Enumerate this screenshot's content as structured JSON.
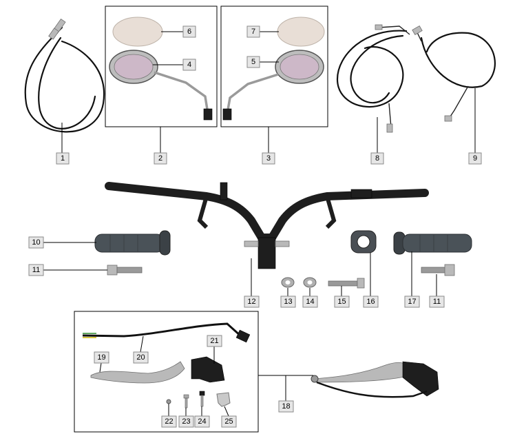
{
  "callouts": [
    {
      "id": "c1",
      "label": "1"
    },
    {
      "id": "c2",
      "label": "2"
    },
    {
      "id": "c3",
      "label": "3"
    },
    {
      "id": "c4",
      "label": "4"
    },
    {
      "id": "c5",
      "label": "5"
    },
    {
      "id": "c6",
      "label": "6"
    },
    {
      "id": "c7",
      "label": "7"
    },
    {
      "id": "c8",
      "label": "8"
    },
    {
      "id": "c9",
      "label": "9"
    },
    {
      "id": "c10",
      "label": "10"
    },
    {
      "id": "c11a",
      "label": "11"
    },
    {
      "id": "c11b",
      "label": "11"
    },
    {
      "id": "c12",
      "label": "12"
    },
    {
      "id": "c13",
      "label": "13"
    },
    {
      "id": "c14",
      "label": "14"
    },
    {
      "id": "c15",
      "label": "15"
    },
    {
      "id": "c16",
      "label": "16"
    },
    {
      "id": "c17",
      "label": "17"
    },
    {
      "id": "c18",
      "label": "18"
    },
    {
      "id": "c19",
      "label": "19"
    },
    {
      "id": "c20",
      "label": "20"
    },
    {
      "id": "c21",
      "label": "21"
    },
    {
      "id": "c22",
      "label": "22"
    },
    {
      "id": "c23",
      "label": "23"
    },
    {
      "id": "c24",
      "label": "24"
    },
    {
      "id": "c25",
      "label": "25"
    }
  ],
  "colors": {
    "callout_fill": "#e6e6e6",
    "callout_border": "#8a8a8a",
    "mirror_glass": "#cdb8c8",
    "mirror_cover": "#e8ded6",
    "grip": "#4a5258",
    "frame_black": "#1e1e1e",
    "lever_chrome": "#b9b9b9"
  }
}
